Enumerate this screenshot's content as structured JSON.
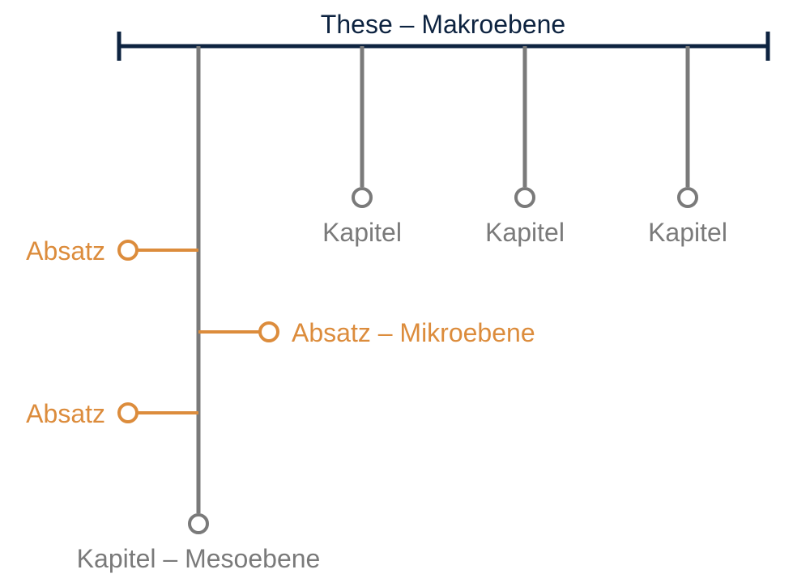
{
  "diagram": {
    "title": "These – Makroebene",
    "chapter_label": "Kapitel",
    "meso_label": "Kapitel – Mesoebene",
    "paragraph_label": "Absatz",
    "micro_label": "Absatz – Mikroebene"
  },
  "colors": {
    "macro": "#0d2340",
    "meso": "#7a7a7a",
    "micro": "#dc8c3c",
    "background": "#ffffff"
  }
}
